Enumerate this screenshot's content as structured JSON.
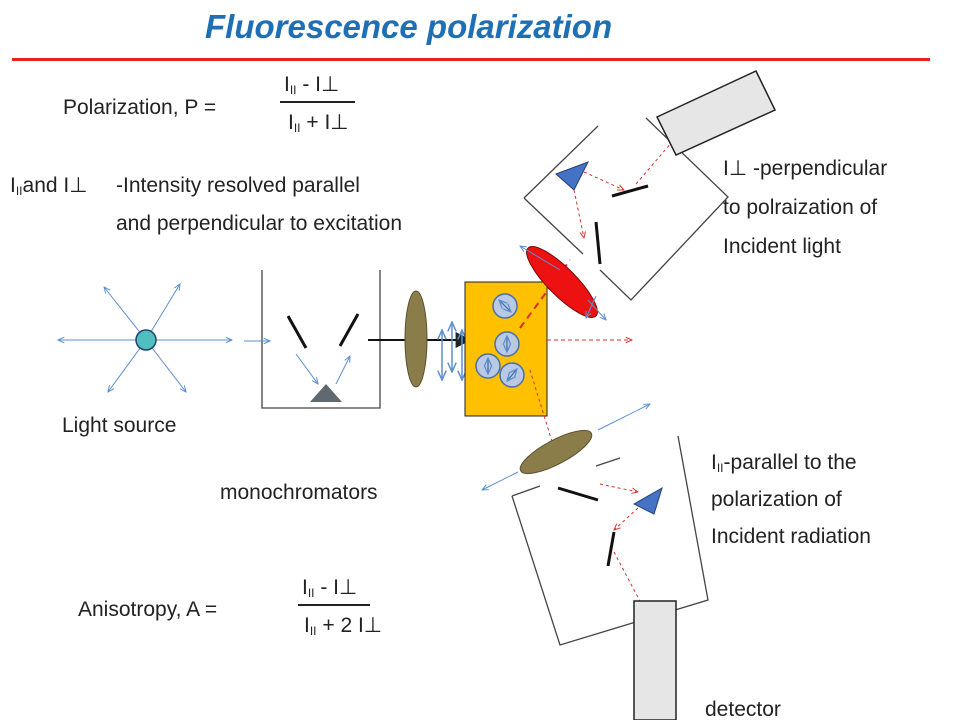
{
  "title": "Fluorescence polarization",
  "polarization": {
    "label": "Polarization, P =",
    "numerator": {
      "i": "I",
      "par": "II",
      "op": " - I",
      "perp": "⊥"
    },
    "denominator": {
      "i": "I",
      "par": "II",
      "op": " + I",
      "perp": "⊥"
    }
  },
  "intensity_def": {
    "i1": "I",
    "par": "II",
    "and": "and I",
    "perp": "⊥",
    "line1": "-Intensity resolved parallel",
    "line2": "and perpendicular to excitation"
  },
  "perpendicular_note": {
    "i": "I",
    "perp": "⊥",
    "line1": " -perpendicular",
    "line2": "to polraization of",
    "line3": "Incident light"
  },
  "parallel_note": {
    "i": "I",
    "par": "II",
    "line1": "-parallel to the",
    "line2": "polarization of",
    "line3": "Incident radiation"
  },
  "light_source_label": "Light source",
  "monochromators_label": "monochromators",
  "detector_label": "detector",
  "anisotropy": {
    "label": "Anisotropy, A =",
    "numerator": {
      "i": "I",
      "par": "II",
      "op": " - I",
      "perp": "⊥"
    },
    "denominator": {
      "i": "I",
      "par": "II",
      "op": " + 2 I",
      "perp": "⊥"
    }
  },
  "colors": {
    "title": "#1f6fb5",
    "rule": "#e8231f",
    "arrow_blue": "#5b8fd0",
    "arrow_red": "#d9302a",
    "sample": "#ffc000",
    "lens": "#8b7d4a",
    "polarizer_red": "#ee1111",
    "source": "#4fbfbf",
    "prism_blue": "#4472c4",
    "prism_gray": "#606870",
    "detector_fill": "#e6e6e6"
  }
}
